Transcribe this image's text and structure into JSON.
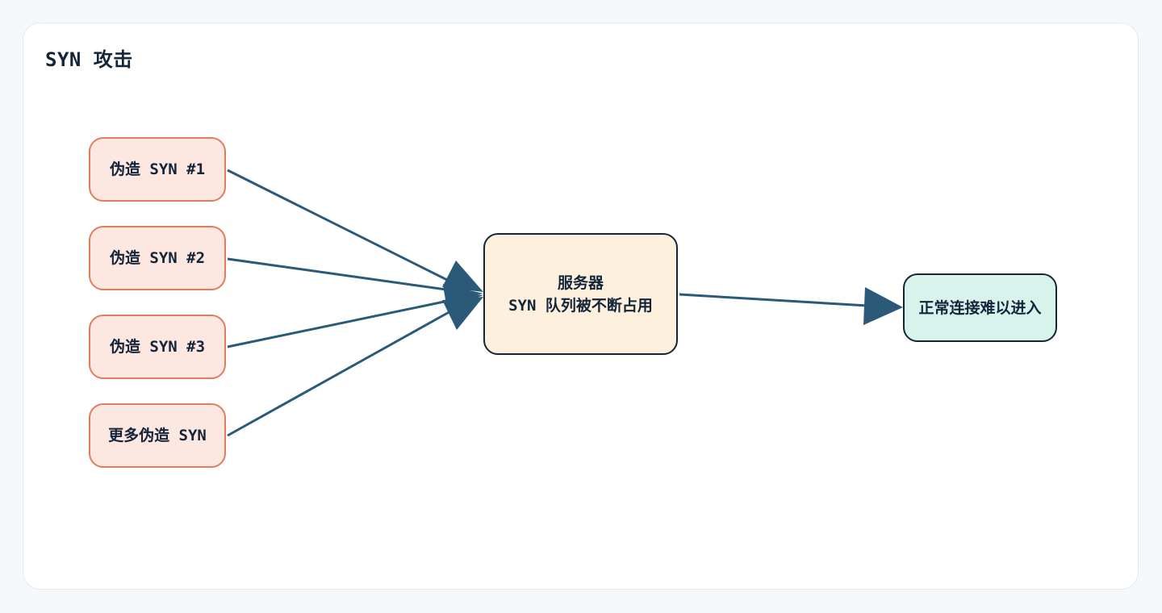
{
  "title": "SYN 攻击",
  "nodes": {
    "src1": "伪造 SYN #1",
    "src2": "伪造 SYN #2",
    "src3": "伪造 SYN #3",
    "src4": "更多伪造 SYN",
    "server": "服务器\nSYN 队列被不断占用",
    "result": "正常连接难以进入"
  },
  "edges": [
    {
      "from": "src1",
      "to": "server"
    },
    {
      "from": "src2",
      "to": "server"
    },
    {
      "from": "src3",
      "to": "server"
    },
    {
      "from": "src4",
      "to": "server"
    },
    {
      "from": "server",
      "to": "result"
    }
  ],
  "colors": {
    "edge": "#2b5a78",
    "source_fill": "#fde7e1",
    "source_border": "#e07d5e",
    "server_fill": "#fdf0dc",
    "result_fill": "#d8f3ec",
    "text": "#14253a"
  }
}
